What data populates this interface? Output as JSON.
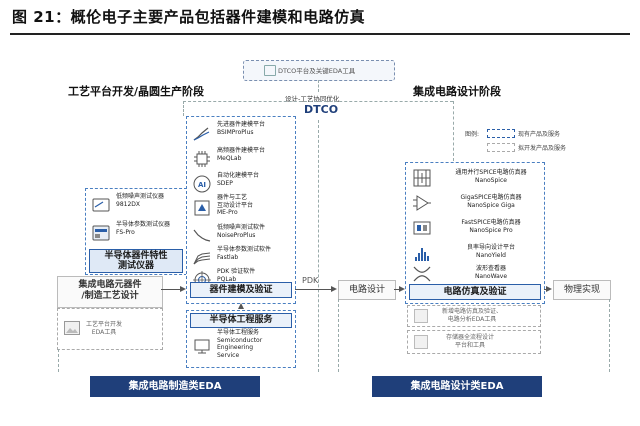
{
  "caption": "图 21：概伦电子主要产品包括器件建模和电路仿真",
  "stages": {
    "left": "工艺平台开发/晶圆生产阶段",
    "right": "集成电路设计阶段"
  },
  "dtco": {
    "top_box": "DTCO平台及关键EDA工具",
    "subtitle": "设计-工艺协同优化",
    "title": "DTCO"
  },
  "legend": {
    "label": "图例:",
    "existing": "现有产品及服务",
    "developing": "拟开发产品及服务"
  },
  "semi_test": {
    "products": [
      {
        "name": "低频噪声测试仪器",
        "model": "9812DX",
        "icon": "noise-analyzer-icon"
      },
      {
        "name": "半导体参数测试仪器",
        "model": "FS-Pro",
        "icon": "parameter-tester-icon"
      }
    ],
    "title_line1": "半导体器件特性",
    "title_line2": "测试仪器"
  },
  "device_modeling": {
    "products": [
      {
        "name": "先进器件建模平台",
        "model": "BSIMProPlus",
        "icon": "curve-modeling-icon"
      },
      {
        "name": "高频器件建模平台",
        "model": "MeQLab",
        "icon": "chip-icon"
      },
      {
        "name": "自动化建模平台",
        "model": "SDEP",
        "icon": "ai-icon"
      },
      {
        "name": "器件与工艺",
        "model2": "互动设计平台",
        "model": "ME-Pro",
        "icon": "process-icon"
      },
      {
        "name": "低频噪声测试软件",
        "model": "NoiseProPlus",
        "icon": "noise-curve-icon"
      },
      {
        "name": "半导体参数测试软件",
        "model": "Fastlab",
        "icon": "fastlab-curve-icon"
      },
      {
        "name": "PDK 验证软件",
        "model": "PQLab",
        "icon": "pdk-target-icon"
      }
    ],
    "title": "器件建模及验证"
  },
  "eng_service": {
    "title": "半导体工程服务",
    "product": {
      "name": "半导体工程服务",
      "line2": "Semiconductor",
      "line3": "Engineering",
      "line4": "Service",
      "icon": "service-icon"
    }
  },
  "ic_block": {
    "line1": "集成电路元器件",
    "line2": "/制造工艺设计"
  },
  "process_dev": {
    "line1": "工艺平台开发",
    "line2": "EDA工具",
    "icon": "image-icon"
  },
  "pdk_label": "PDK",
  "circuit_design": "电路设计",
  "physical_impl": "物理实现",
  "circuit_sim": {
    "products": [
      {
        "name": "通用并行SPICE电路仿真器",
        "model": "NanoSpice",
        "icon": "circuit-icon"
      },
      {
        "name": "GigaSPICE电路仿真器",
        "model": "NanoSpice Giga",
        "icon": "opamp-icon"
      },
      {
        "name": "FastSPICE电路仿真器",
        "model": "NanoSpice Pro",
        "icon": "fastspice-icon"
      },
      {
        "name": "良率导向设计平台",
        "model": "NanoYield",
        "icon": "yield-icon"
      },
      {
        "name": "波形查看器",
        "model": "NanoWave",
        "icon": "wave-icon"
      }
    ],
    "title": "电路仿真及验证"
  },
  "future": {
    "item1_line1": "新增电路仿真及验证、",
    "item1_line2": "电路分析EDA工具",
    "item2_line1": "存储器全流程设计",
    "item2_line2": "平台和工具"
  },
  "footer": {
    "left": "集成电路制造类EDA",
    "right": "集成电路设计类EDA"
  },
  "colors": {
    "navy": "#1f3f7a",
    "accent_blue": "#2a5ea8",
    "highlight_bg": "#eaf1fa"
  }
}
